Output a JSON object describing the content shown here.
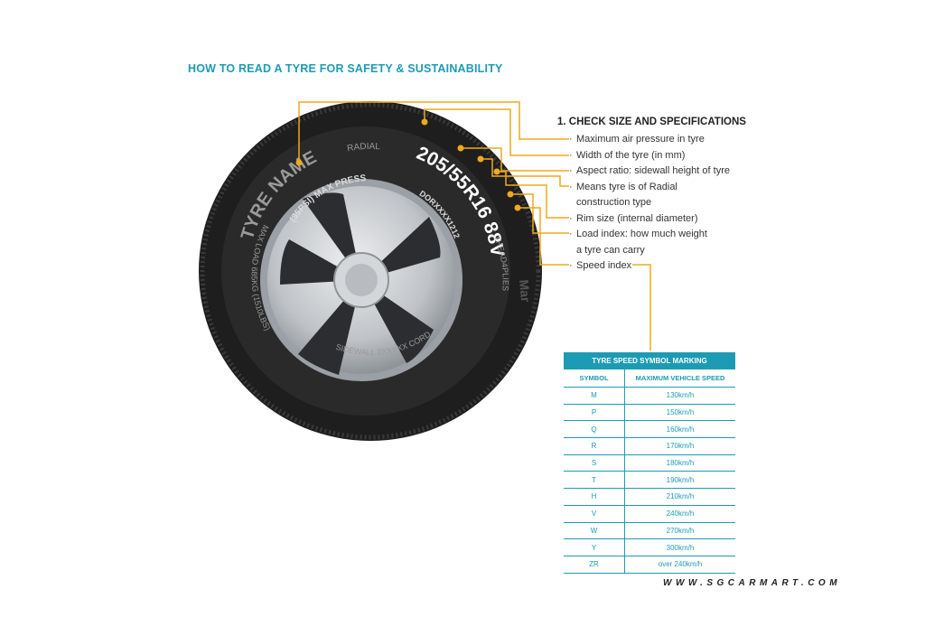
{
  "title": "HOW TO READ A TYRE FOR SAFETY & SUSTAINABILITY",
  "tyre": {
    "size_code": "205/55R16 88V",
    "name": "TYRE NAME",
    "max_press": "(35PSI) MAX PRESS",
    "radial": "RADIAL",
    "dot_code": "DORXXXX1212",
    "tread_plies": "THEAD4PLIES",
    "cord_right": "2XXXXX CORD",
    "sidewall": "SIDEWALL 2XXXXX CORD",
    "max_load": "MAX LOAD 685KG (1510LBS)",
    "brand_partial": "Mar"
  },
  "check": {
    "heading": "1.  CHECK SIZE AND SPECIFICATIONS",
    "items": [
      "Maximum air pressure in tyre",
      "Width of the tyre (in mm)",
      "Aspect ratio: sidewall height of tyre",
      "Means tyre is of Radial",
      "construction type",
      "Rim size (internal diameter)",
      "Load index: how much weight",
      "a tyre can carry",
      "Speed index"
    ]
  },
  "speed_table": {
    "title": "TYRE SPEED SYMBOL MARKING",
    "headers": [
      "SYMBOL",
      "MAXIMUM VEHICLE SPEED"
    ],
    "rows": [
      [
        "M",
        "130km/h"
      ],
      [
        "P",
        "150km/h"
      ],
      [
        "Q",
        "160km/h"
      ],
      [
        "R",
        "170km/h"
      ],
      [
        "S",
        "180km/h"
      ],
      [
        "T",
        "190km/h"
      ],
      [
        "H",
        "210km/h"
      ],
      [
        "V",
        "240km/h"
      ],
      [
        "W",
        "270km/h"
      ],
      [
        "Y",
        "300km/h"
      ],
      [
        "ZR",
        "over 240km/h"
      ]
    ]
  },
  "watermark": "WWW.SGCARMART.COM",
  "colors": {
    "accent": "#1d9bb4",
    "leader": "#f0a91c",
    "tyre": "#222222",
    "rim": "#c9ccd0"
  }
}
